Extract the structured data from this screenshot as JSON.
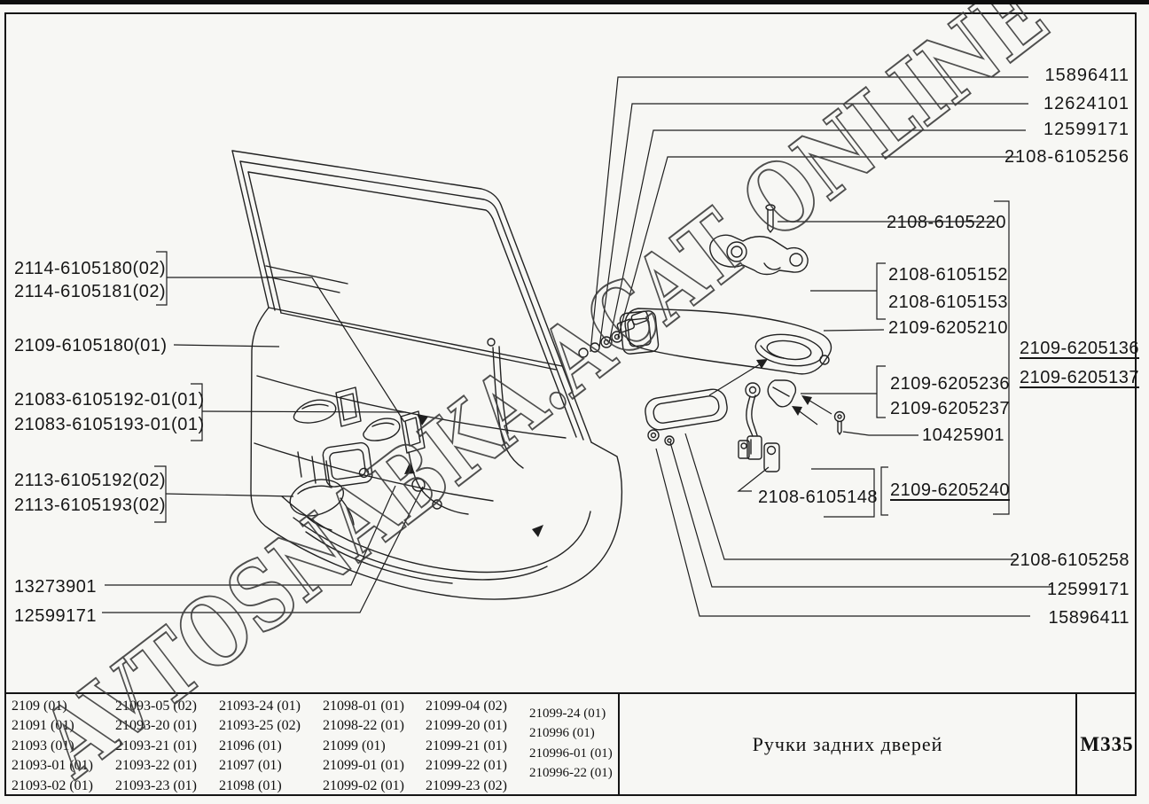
{
  "watermark": {
    "text": "AVTOSNABKA.ACAT ONLINE"
  },
  "diagram": {
    "left_labels": [
      "2114-6105180(02)",
      "2114-6105181(02)",
      "2109-6105180(01)",
      "21083-6105192-01(01)",
      "21083-6105193-01(01)",
      "2113-6105192(02)",
      "2113-6105193(02)",
      "13273901",
      "12599171"
    ],
    "right_top_labels": [
      "15896411",
      "12624101",
      "12599171",
      "2108-6105256"
    ],
    "right_mid_labels": [
      "2108-6105220",
      "2108-6105152",
      "2108-6105153",
      "2109-6205210",
      "2109-6205236",
      "2109-6205237",
      "10425901",
      "2109-6205240"
    ],
    "right_bottom_labels": [
      "2108-6105258",
      "12599171",
      "15896411"
    ],
    "assembly_labels": [
      "2109-6205136",
      "2109-6205137"
    ],
    "center_label": "2108-6105148"
  },
  "footer": {
    "columns": [
      [
        "2109 (01)",
        "21091 (01)",
        "21093 (01)",
        "21093-01 (01)",
        "21093-02 (01)"
      ],
      [
        "21093-05 (02)",
        "21093-20 (01)",
        "21093-21 (01)",
        "21093-22 (01)",
        "21093-23 (01)"
      ],
      [
        "21093-24 (01)",
        "21093-25 (02)",
        "21096 (01)",
        "21097 (01)",
        "21098 (01)"
      ],
      [
        "21098-01 (01)",
        "21098-22 (01)",
        "21099 (01)",
        "21099-01 (01)",
        "21099-02 (01)"
      ],
      [
        "21099-04 (02)",
        "21099-20 (01)",
        "21099-21 (01)",
        "21099-22 (01)",
        "21099-23 (02)"
      ],
      [
        "21099-24 (01)",
        "210996 (01)",
        "210996-01 (01)",
        "210996-22 (01)"
      ]
    ],
    "title": "Ручки задних дверей",
    "code": "М335"
  }
}
